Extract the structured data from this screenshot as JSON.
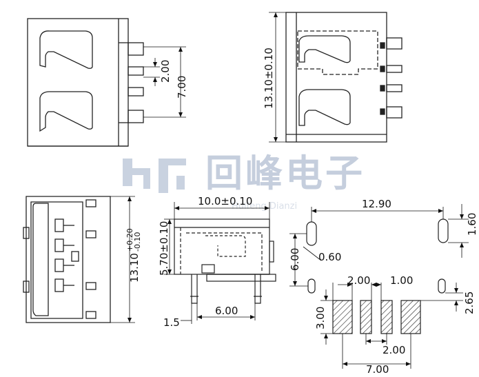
{
  "watermark": {
    "company": "回峰电子",
    "sub": "Huifeng Dianzi"
  },
  "top_right": {
    "height": "13.10±0.10"
  },
  "top_left": {
    "pitch": "2.00",
    "span": "7.00"
  },
  "bottom_left": {
    "height_main": "13.10",
    "tol_plus": "+0.20",
    "tol_minus": "-0.10"
  },
  "side_view": {
    "width": "10.0±0.10",
    "height": "5.70±0.10",
    "pin_spacing": "6.00",
    "offset": "1.5"
  },
  "footprint": {
    "span_x": "12.90",
    "oval_h": "1.60",
    "slot_w": "0.60",
    "slot_y": "6.00",
    "pad_w_outer": "2.00",
    "pad_w_inner": "1.00",
    "pad_y": "2.65",
    "pad_h": "3.00",
    "pitch": "2.00",
    "total": "7.00"
  }
}
